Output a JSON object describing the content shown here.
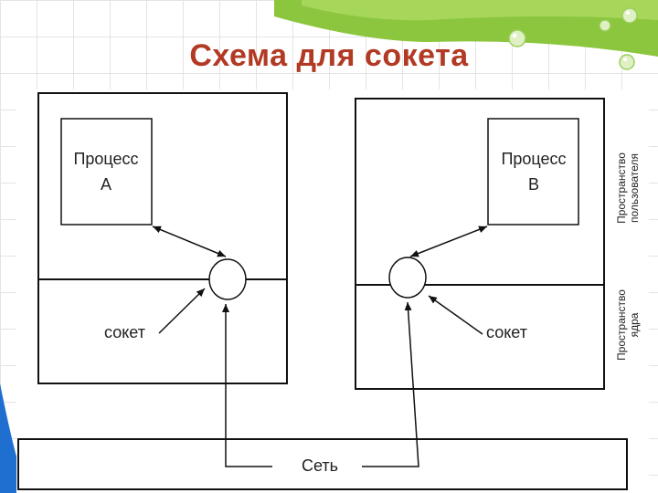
{
  "title": "Схема для сокета",
  "diagram": {
    "host_a": {
      "process_line1": "Процесс",
      "process_line2": "A",
      "socket_label": "сокет"
    },
    "host_b": {
      "process_line1": "Процесс",
      "process_line2": "B",
      "socket_label": "сокет"
    },
    "network_label": "Сеть",
    "user_space_line1": "Пространство",
    "user_space_line2": "пользователя",
    "kernel_space_line1": "Пространство",
    "kernel_space_line2": "ядра"
  },
  "colors": {
    "title": "#b23a24",
    "accent_green": "#8cc63f",
    "accent_blue": "#1f6fd1",
    "line": "#111111"
  }
}
